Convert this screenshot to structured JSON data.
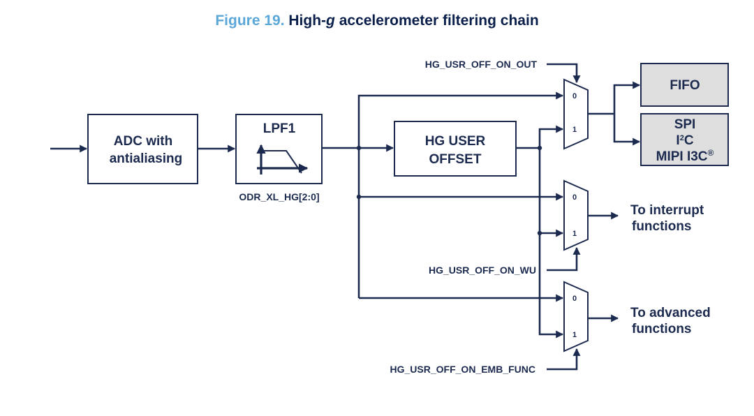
{
  "title": {
    "figure_label": "Figure 19.",
    "text_pre": "High-",
    "text_italic": "g",
    "text_post": " accelerometer filtering chain"
  },
  "colors": {
    "line": "#1b2a4e",
    "figure_label": "#5aa7d8",
    "title": "#0b1f4b",
    "output_block_fill": "#dedede"
  },
  "blocks": {
    "adc": {
      "line1": "ADC with",
      "line2": "antialiasing"
    },
    "lpf1": {
      "label": "LPF1",
      "icon": "low-pass-filter-icon",
      "caption": "ODR_XL_HG[2:0]"
    },
    "offset": {
      "line1": "HG USER",
      "line2": "OFFSET"
    },
    "fifo": {
      "label": "FIFO"
    },
    "interfaces": {
      "line1": "SPI",
      "line2_main": "I",
      "line2_sup": "2",
      "line2_end": "C",
      "line3_main": "MIPI I3C",
      "line3_sup": "®"
    }
  },
  "muxes": [
    {
      "id": "mux-out",
      "input0": "0",
      "input1": "1",
      "select_signal": "HG_USR_OFF_ON_OUT"
    },
    {
      "id": "mux-wu",
      "input0": "0",
      "input1": "1",
      "select_signal": "HG_USR_OFF_ON_WU",
      "output_line1": "To interrupt",
      "output_line2": "functions"
    },
    {
      "id": "mux-emb",
      "input0": "0",
      "input1": "1",
      "select_signal": "HG_USR_OFF_ON_EMB_FUNC",
      "output_line1": "To advanced",
      "output_line2": "functions"
    }
  ]
}
